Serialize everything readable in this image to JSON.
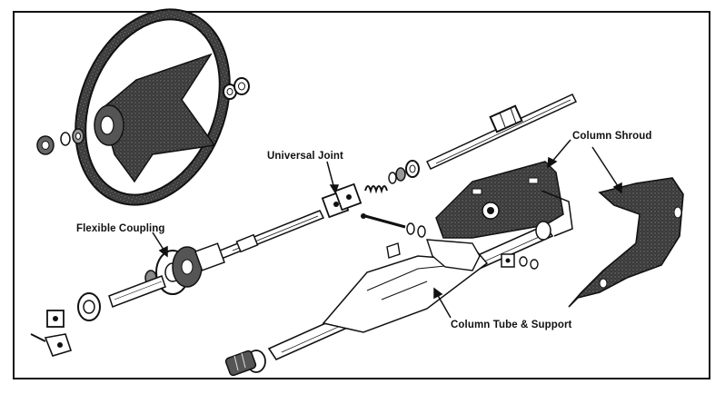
{
  "labels": {
    "column_shroud": "Column Shroud",
    "universal_joint": "Universal Joint",
    "flexible_coupling": "Flexible Coupling",
    "column_tube_support": "Column Tube & Support"
  },
  "colors": {
    "ink": "#111111",
    "paper": "#ffffff",
    "shade": "#4a4a4a",
    "dark": "#2a2a2a"
  }
}
